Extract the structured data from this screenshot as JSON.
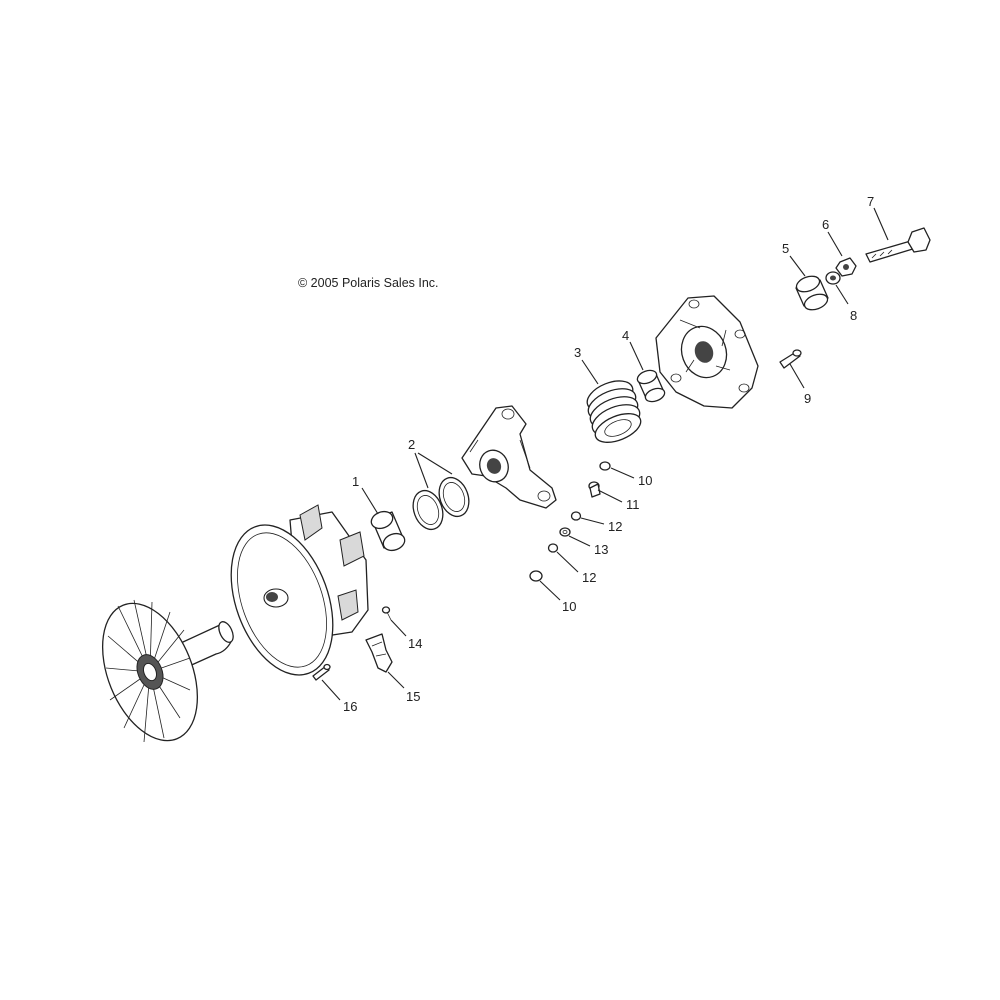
{
  "copyright": "© 2005 Polaris Sales Inc.",
  "callouts": [
    "1",
    "2",
    "3",
    "4",
    "5",
    "6",
    "7",
    "8",
    "9",
    "10",
    "11",
    "12",
    "13",
    "12",
    "10",
    "14",
    "15",
    "16"
  ]
}
